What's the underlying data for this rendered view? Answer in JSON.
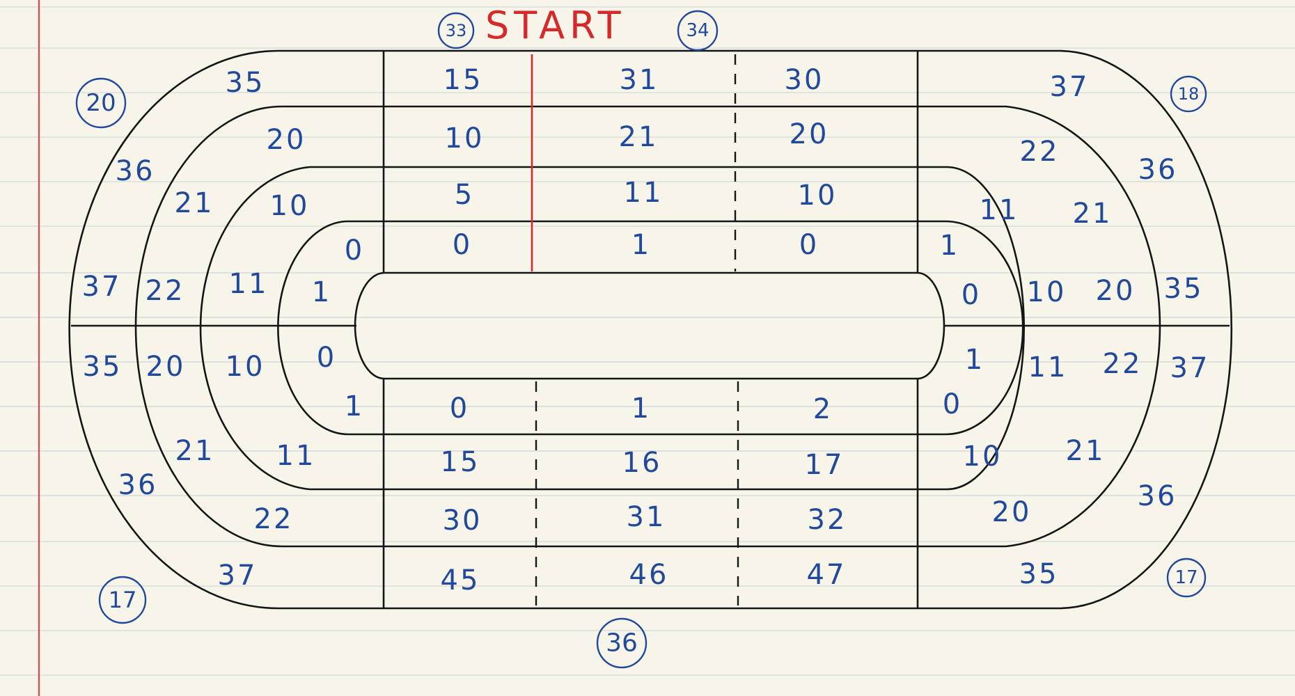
{
  "start_label": "START",
  "colors": {
    "ink": "#22489a",
    "start": "#d42a2a",
    "lines": "#151515",
    "paper": "#f7f5ea"
  },
  "badges": [
    "33",
    "34",
    "20",
    "18",
    "17",
    "17",
    "36"
  ],
  "top_grid": [
    [
      "15",
      "31",
      "30"
    ],
    [
      "10",
      "21",
      "20"
    ],
    [
      "5",
      "11",
      "10"
    ],
    [
      "0",
      "1",
      "0"
    ]
  ],
  "bottom_grid": [
    [
      "0",
      "1",
      "2"
    ],
    [
      "15",
      "16",
      "17"
    ],
    [
      "30",
      "31",
      "32"
    ],
    [
      "45",
      "46",
      "47"
    ]
  ],
  "left_upper": [
    "35",
    "20",
    "10",
    "0",
    "36",
    "21",
    "37",
    "22",
    "11",
    "1"
  ],
  "left_lower": [
    "35",
    "20",
    "10",
    "0",
    "1",
    "21",
    "11",
    "36",
    "22",
    "37"
  ],
  "right_upper": [
    "37",
    "22",
    "36",
    "11",
    "21",
    "1",
    "0",
    "10",
    "20",
    "35"
  ],
  "right_lower": [
    "1",
    "11",
    "22",
    "37",
    "0",
    "10",
    "21",
    "36",
    "20",
    "35"
  ]
}
